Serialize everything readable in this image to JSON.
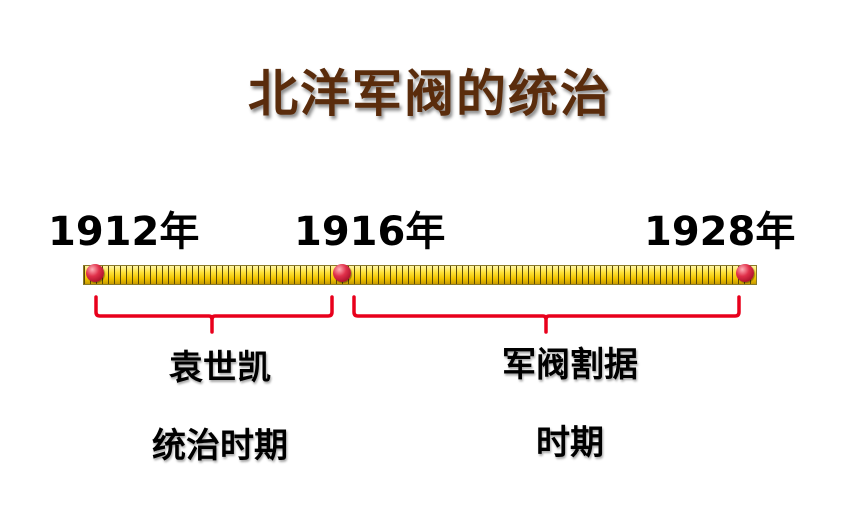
{
  "title": "北洋军阀的统治",
  "timeline": {
    "years": [
      "1912年",
      "1916年",
      "1928年"
    ]
  },
  "periods": [
    {
      "line1": "袁世凯",
      "line2": "统治时期"
    },
    {
      "line1": "军阀割据",
      "line2": "时期"
    }
  ],
  "colors": {
    "title": "#5a2c0c",
    "ruler": "#ffe23a",
    "bracket": "#e8001c",
    "dot": "#e0304a"
  }
}
